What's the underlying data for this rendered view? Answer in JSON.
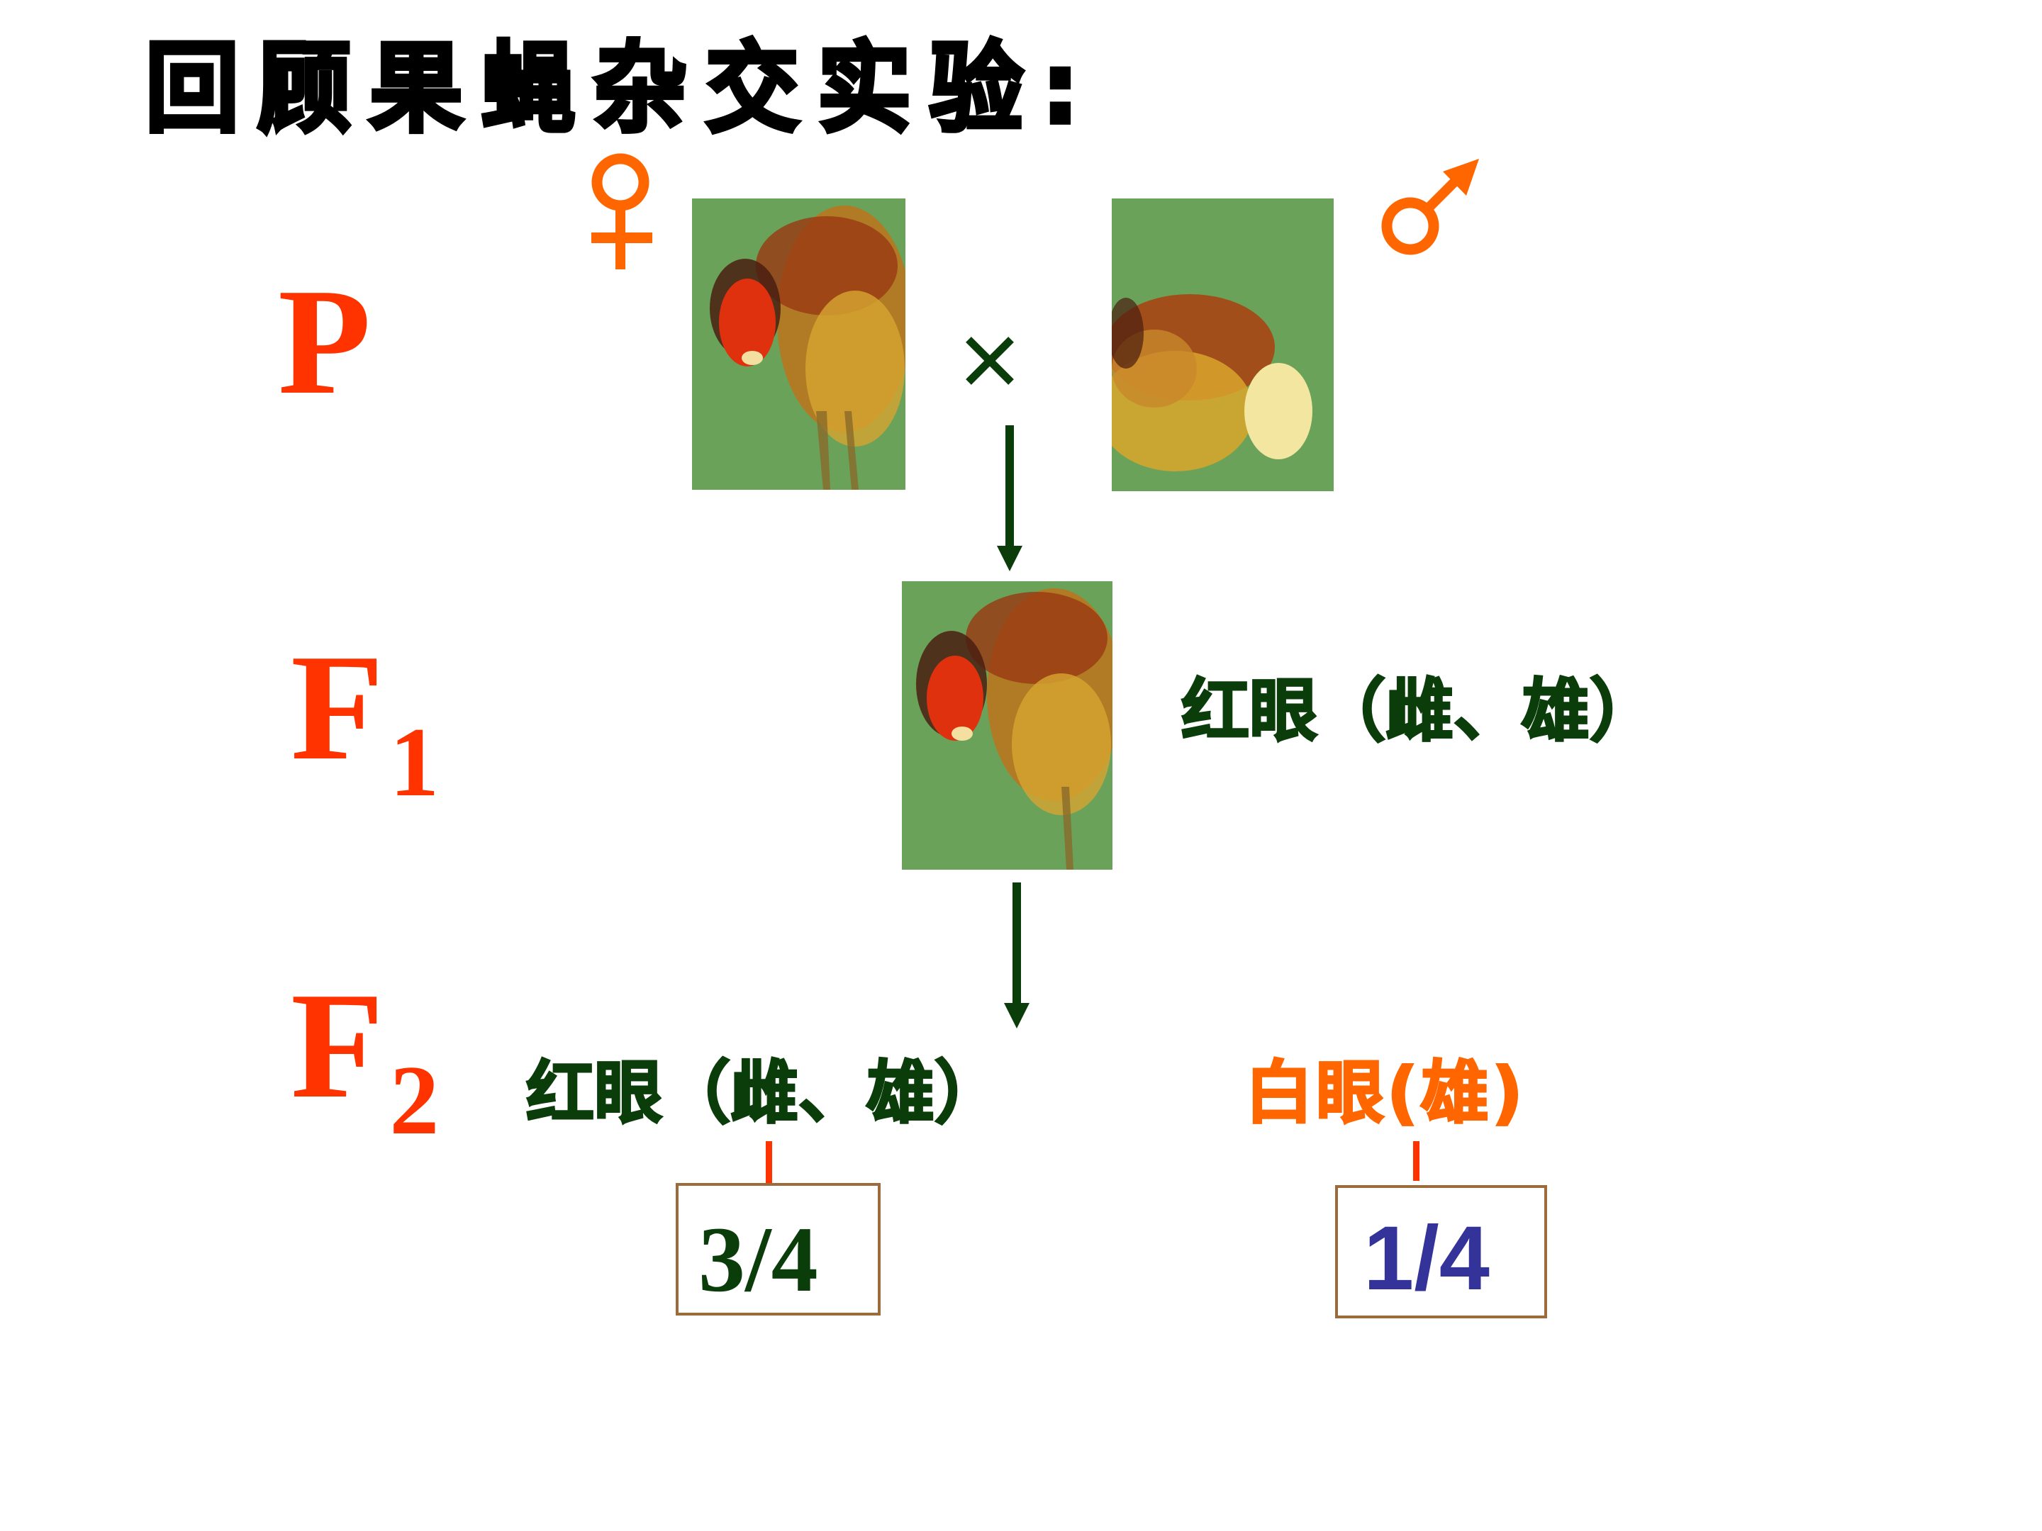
{
  "title": "回顾果蝇杂交实验:",
  "colors": {
    "generation_label": "#FF3300",
    "sex_symbol": "#FF6600",
    "green_text": "#0B3D0B",
    "white_eye_text": "#FF6600",
    "fraction_white": "#333399",
    "box_border": "#9C6B3C",
    "photo_background": "#6AA25A"
  },
  "symbols": {
    "female": "♀",
    "male": "♂",
    "cross": "×"
  },
  "generations": {
    "p": {
      "label": "P",
      "sub": ""
    },
    "f1": {
      "label": "F",
      "sub": "1"
    },
    "f2": {
      "label": "F",
      "sub": "2"
    }
  },
  "parents": {
    "female_photo": "red-eyed-female-fly-photo",
    "male_photo": "white-eyed-male-fly-photo"
  },
  "f1": {
    "photo": "red-eyed-fly-photo",
    "phenotype": "红眼（雌、雄）"
  },
  "f2": {
    "red_phenotype": "红眼（雌、雄）",
    "white_phenotype": "白眼(雄)",
    "red_ratio": "3/4",
    "white_ratio": "1/4"
  }
}
